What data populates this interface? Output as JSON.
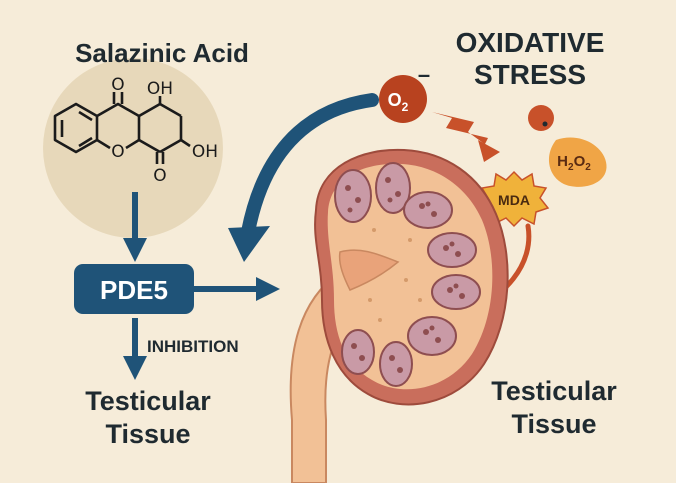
{
  "colors": {
    "background": "#f6ecd9",
    "navy": "#1f5378",
    "text": "#1f2a30",
    "oxidant_red": "#b8421f",
    "arrow_orange": "#c8512a",
    "mda_yellow": "#f0b23a",
    "h2o2_orange": "#f0a546",
    "tissue_peach": "#f2c196",
    "lobule_pink": "#c99aa6",
    "circle_beige": "#e7d8ba"
  },
  "compound": {
    "name": "Salazinic Acid",
    "atoms": {
      "o_top": "O",
      "oh_top": "OH",
      "o_ring": "O",
      "oh_right": "OH",
      "o_bottom": "O"
    }
  },
  "enzyme": {
    "label": "PDE5"
  },
  "inhibition_label": "INHIBITION",
  "oxidative_stress": {
    "title_line1": "OXIDATIVE",
    "title_line2": "STRESS",
    "superoxide": {
      "base": "O",
      "sub": "2",
      "sup": "–"
    },
    "mda": "MDA",
    "h2o2": {
      "h": "H",
      "sub1": "2",
      "o": "O",
      "sub2": "2"
    }
  },
  "tissue_left": {
    "line1": "Testicular",
    "line2": "Tissue"
  },
  "tissue_right": {
    "line1": "Testicular",
    "line2": "Tissue"
  }
}
